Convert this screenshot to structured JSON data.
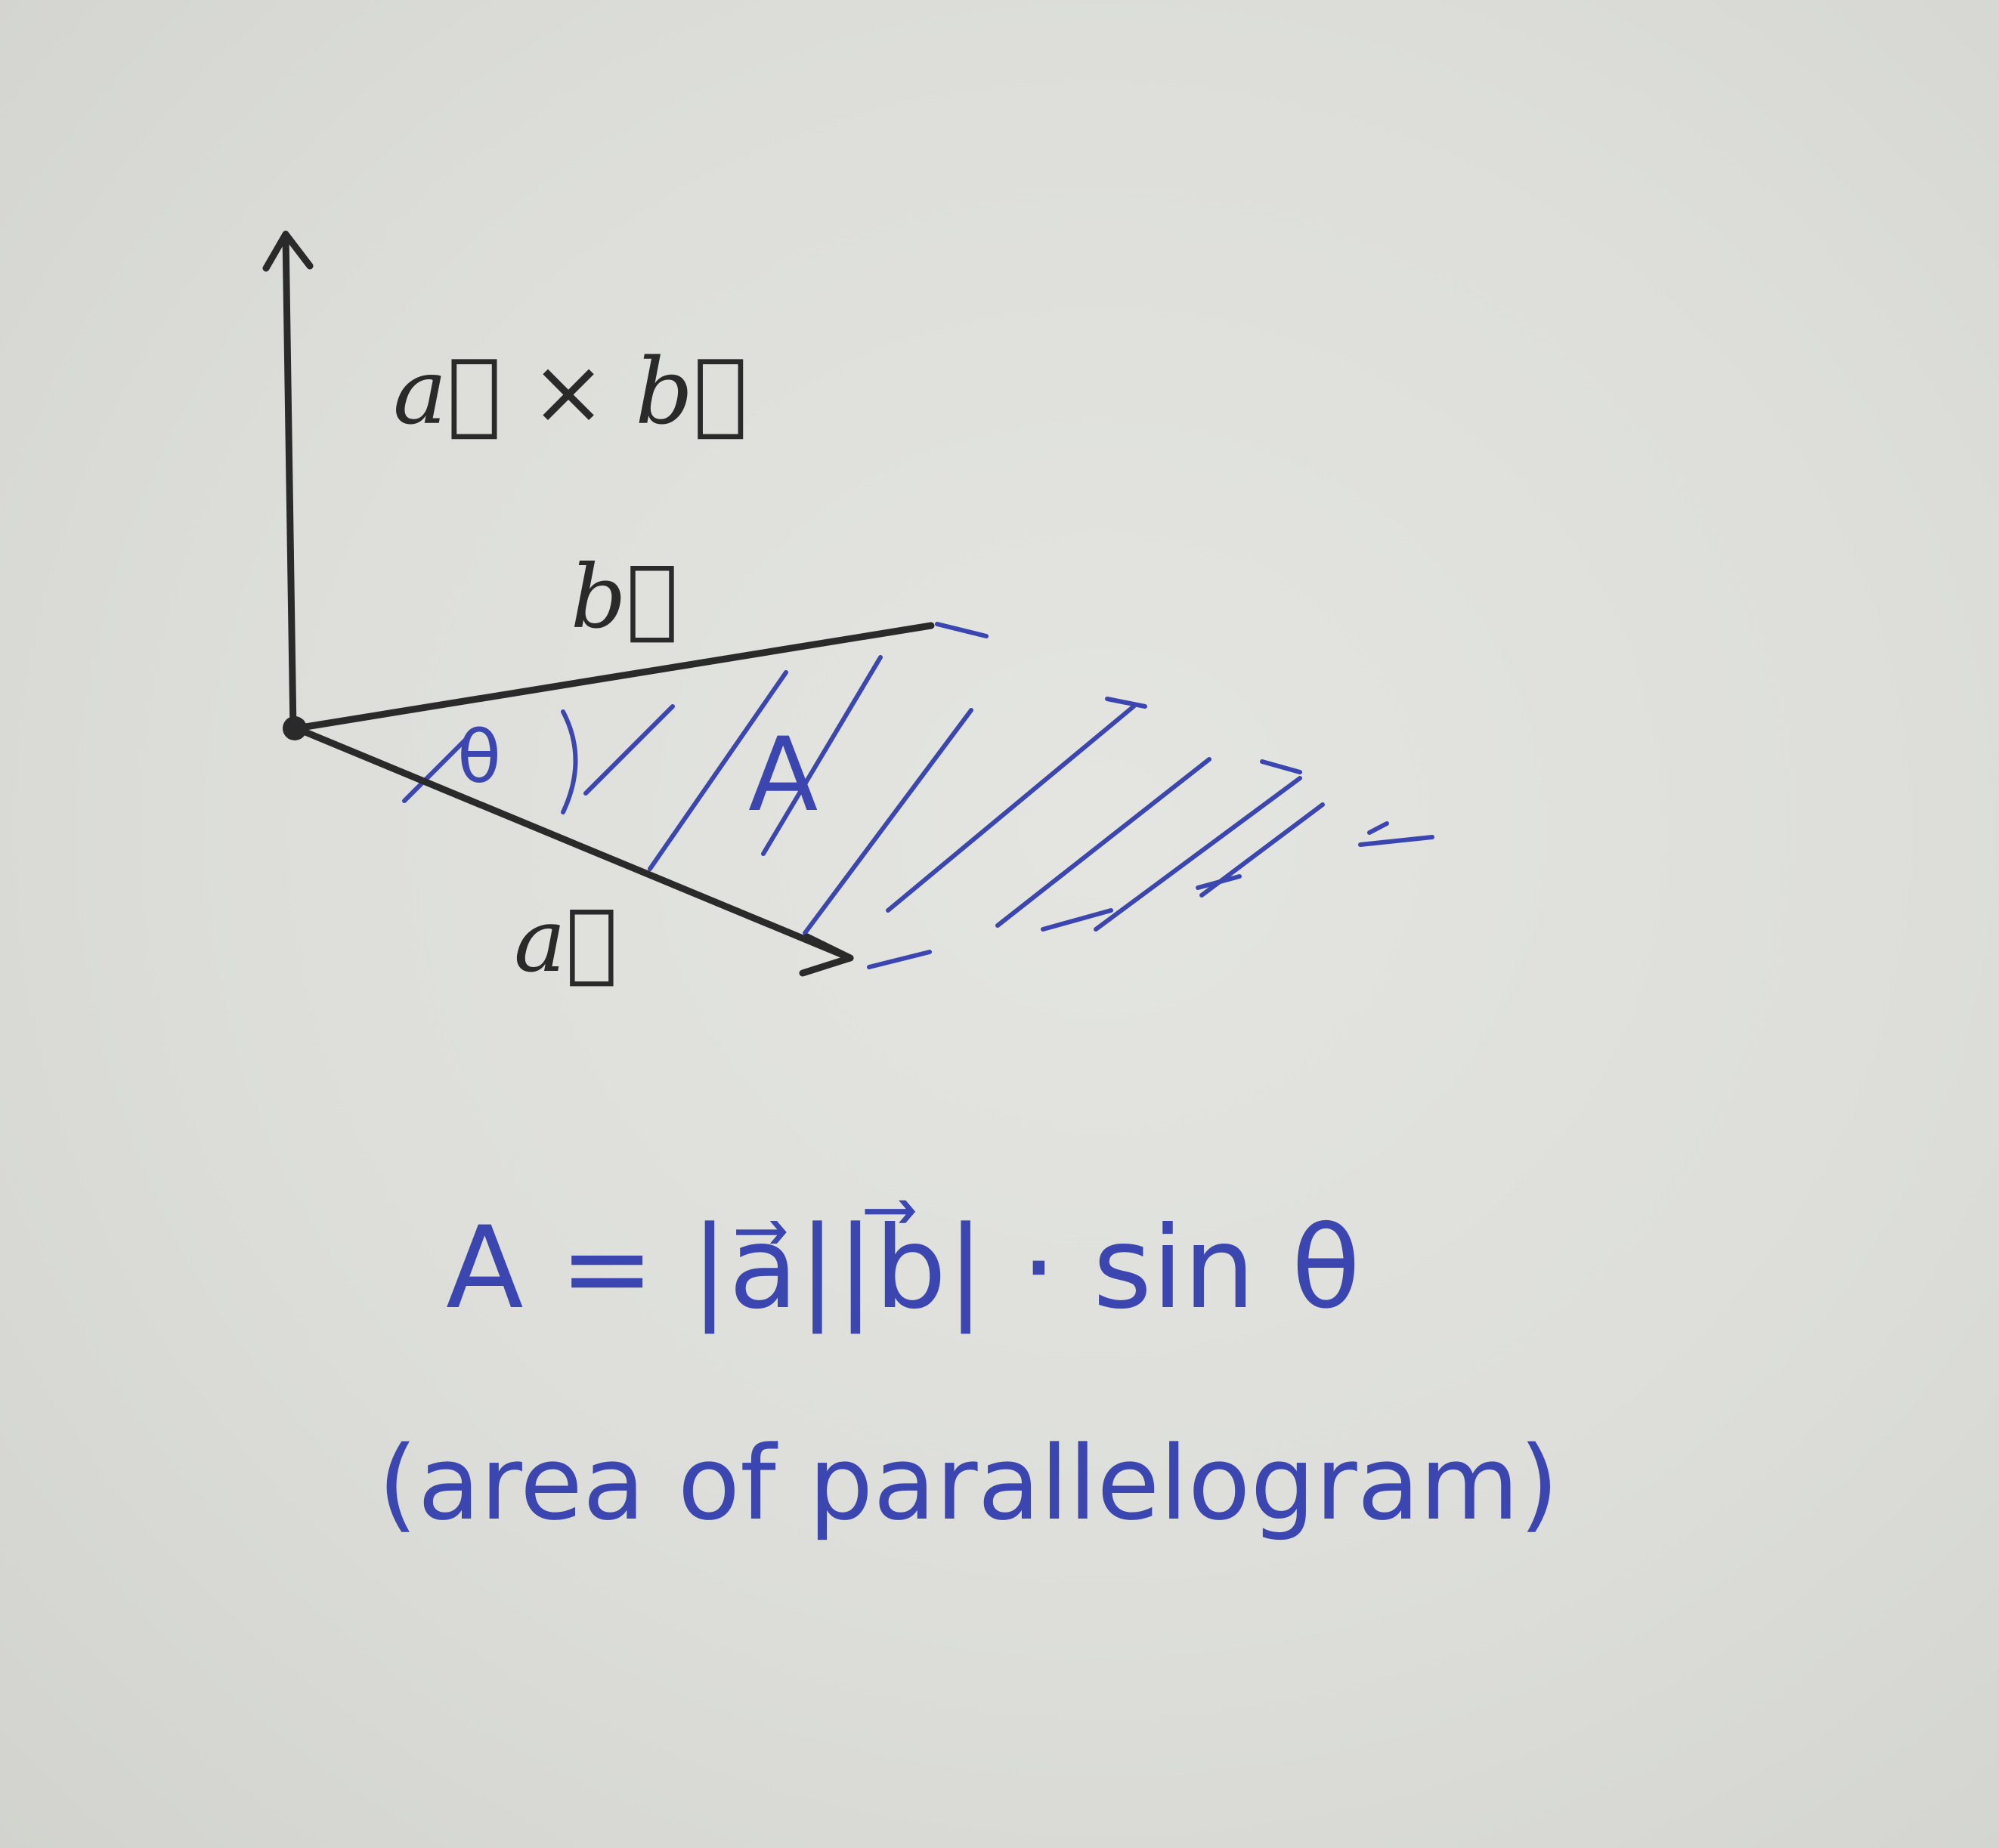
{
  "labels": {
    "cross_product": "a⃗ × b⃗",
    "vector_b": "b⃗",
    "vector_a": "a⃗",
    "angle": "θ",
    "area": "A"
  },
  "formula": "A = |a⃗||b⃗| · sin θ",
  "caption": "(area of parallelogram)",
  "colors": {
    "paper": "#dcddd8",
    "pencil_ink": "#2a2a2a",
    "pen_ink": "#3b46b0"
  }
}
